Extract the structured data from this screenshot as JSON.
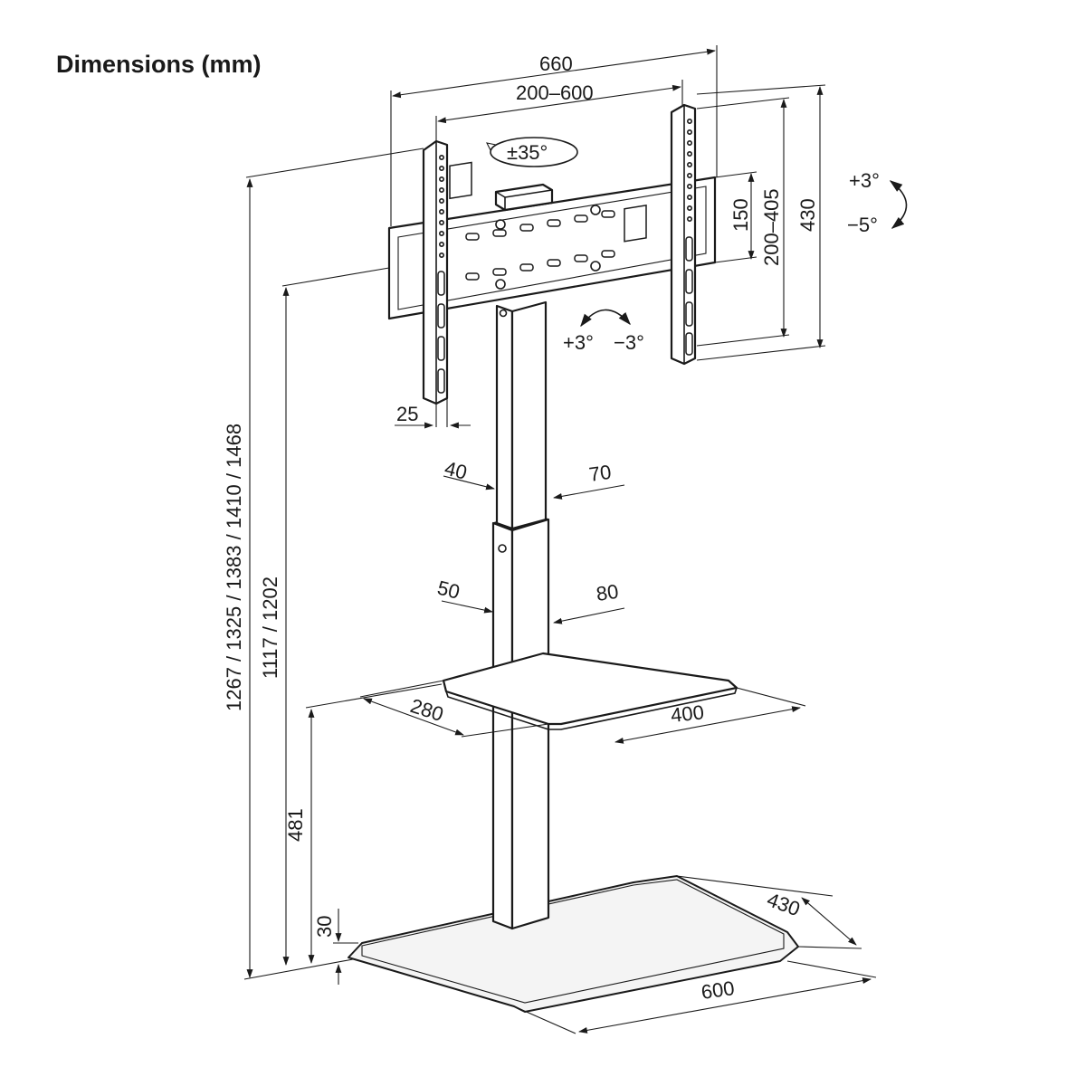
{
  "title": "Dimensions (mm)",
  "dimensions": {
    "overall_bracket_width": "660",
    "vesa_width": "200–600",
    "swivel": "±35°",
    "bracket_height_150": "150",
    "vesa_height": "200–405",
    "bracket_height_430": "430",
    "tilt_up": "+3°",
    "tilt_down": "−5°",
    "level_plus": "+3°",
    "level_minus": "−3°",
    "rail_depth": "25",
    "upper_pole_w": "40",
    "upper_pole_d": "70",
    "lower_pole_w": "50",
    "lower_pole_d": "80",
    "shelf_depth": "280",
    "shelf_width": "400",
    "overall_height": "1267 / 1325 / 1383 / 1410 / 1468",
    "mount_height": "1117 / 1202",
    "shelf_height": "481",
    "base_thickness": "30",
    "base_depth": "430",
    "base_width": "600"
  },
  "icons": {
    "tilt_arrow": "curved-double-arrow-icon",
    "level_arrow": "curved-double-arrow-icon",
    "swivel_ellipse": "rotation-ellipse-icon"
  }
}
